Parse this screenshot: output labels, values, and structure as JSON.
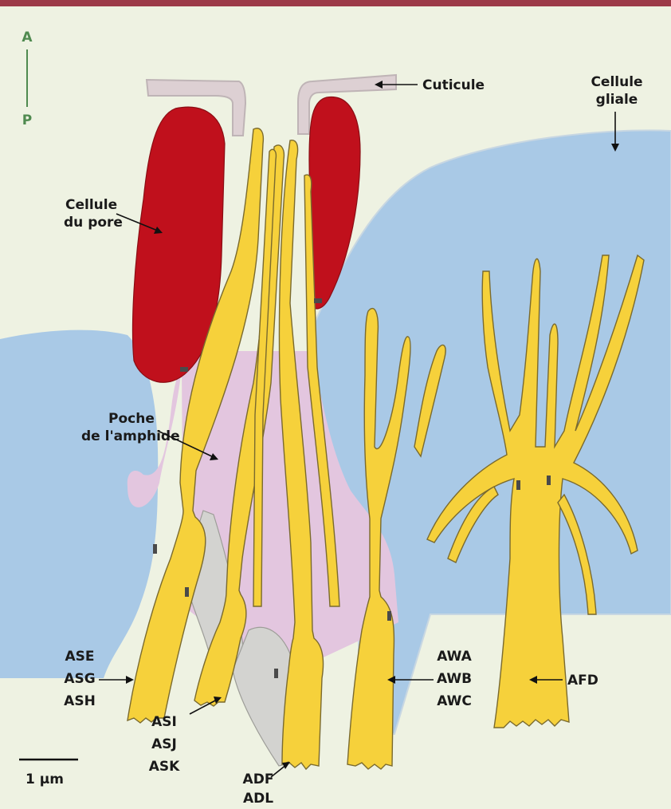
{
  "orientation": {
    "anterior": "A",
    "posterior": "P"
  },
  "labels": {
    "cuticule": "Cuticule",
    "glial_l1": "Cellule",
    "glial_l2": "gliale",
    "pore_l1": "Cellule",
    "pore_l2": "du pore",
    "pocket_l1": "Poche",
    "pocket_l2": "de l'amphide",
    "ase": "ASE",
    "asg": "ASG",
    "ash": "ASH",
    "asi": "ASI",
    "asj": "ASJ",
    "ask": "ASK",
    "adf": "ADF",
    "adl": "ADL",
    "awa": "AWA",
    "awb": "AWB",
    "awc": "AWC",
    "afd": "AFD"
  },
  "scale_bar": {
    "label": "1 μm"
  },
  "colors": {
    "background": "#eef2e2",
    "top_rule": "#9c3a48",
    "glial": "#a9c9e6",
    "pore_cell": "#c0101c",
    "amphid_pocket": "#e3c6df",
    "cuticle": "#ddd0d3",
    "neuron": "#f6d13b",
    "support_grey": "#d3d3d0",
    "orientation_text": "#4f8a4f"
  }
}
